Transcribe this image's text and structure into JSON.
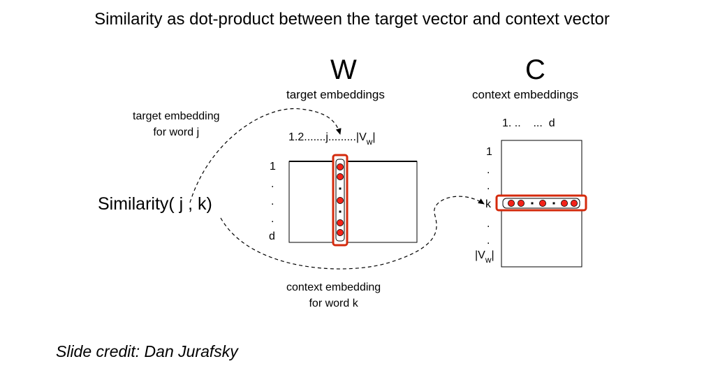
{
  "title": "Similarity as dot-product between the target vector and context vector",
  "matrix_w": {
    "letter": "W",
    "subtitle": "target embeddings",
    "col_header_prefix": "1.2.......j.........|V",
    "col_header_sub": "w",
    "col_header_suffix": "|",
    "row_labels": [
      "1",
      ".",
      ".",
      ".",
      "d"
    ]
  },
  "matrix_c": {
    "letter": "C",
    "subtitle": "context embeddings",
    "col_header": "1. ..    ...  d",
    "row_labels": [
      "1",
      ".",
      ".",
      "k",
      ".",
      "."
    ],
    "last_row_prefix": "|V",
    "last_row_sub": "w",
    "last_row_suffix": "|"
  },
  "similarity_label": "Similarity( j , k)",
  "target_annotation": [
    "target embedding",
    "for word j"
  ],
  "context_annotation": [
    "context embedding",
    "for word k"
  ],
  "credit": "Slide credit: Dan Jurafsky",
  "colors": {
    "highlight": "#d42a0c",
    "dot_fill": "#f2231a",
    "line": "#000000"
  }
}
